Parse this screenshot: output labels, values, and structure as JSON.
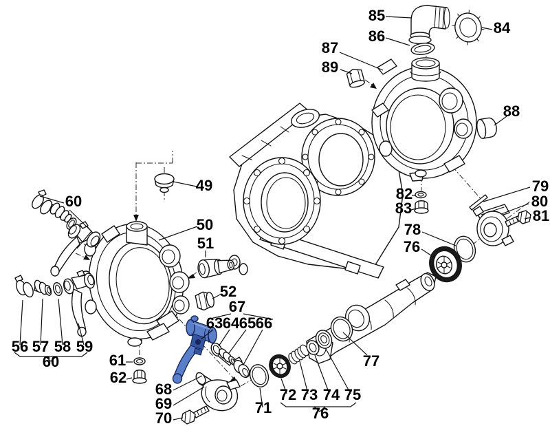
{
  "diagram": {
    "type": "exploded-parts-diagram",
    "background_color": "#ffffff",
    "line_color": "#000000",
    "highlight": {
      "part": "63",
      "color": "#5b7ec9"
    },
    "labels": {
      "49": "49",
      "50": "50",
      "51": "51",
      "52": "52",
      "56": "56",
      "57": "57",
      "58": "58",
      "59": "59",
      "60_top": "60",
      "60_bottom": "60",
      "61": "61",
      "62": "62",
      "63": "63",
      "64": "64",
      "65": "65",
      "66": "66",
      "67": "67",
      "68": "68",
      "69": "69",
      "70": "70",
      "71": "71",
      "72": "72",
      "73": "73",
      "74": "74",
      "75": "75",
      "76_bottom": "76",
      "76_right": "76",
      "77": "77",
      "78": "78",
      "79": "79",
      "80": "80",
      "81": "81",
      "82": "82",
      "83": "83",
      "84": "84",
      "85": "85",
      "86": "86",
      "87": "87",
      "88": "88",
      "89": "89"
    },
    "groups": [
      {
        "group_label": "60",
        "members": [
          "56",
          "57",
          "58",
          "59"
        ]
      },
      {
        "group_label": "67",
        "members": [
          "63",
          "64",
          "65",
          "66"
        ]
      },
      {
        "group_label": "76",
        "members": [
          "72",
          "73",
          "74",
          "75"
        ]
      }
    ],
    "part_numbers": [
      "49",
      "50",
      "51",
      "52",
      "56",
      "57",
      "58",
      "59",
      "60",
      "61",
      "62",
      "63",
      "64",
      "65",
      "66",
      "67",
      "68",
      "69",
      "70",
      "71",
      "72",
      "73",
      "74",
      "75",
      "76",
      "77",
      "78",
      "79",
      "80",
      "81",
      "82",
      "83",
      "84",
      "85",
      "86",
      "87",
      "88",
      "89"
    ]
  }
}
